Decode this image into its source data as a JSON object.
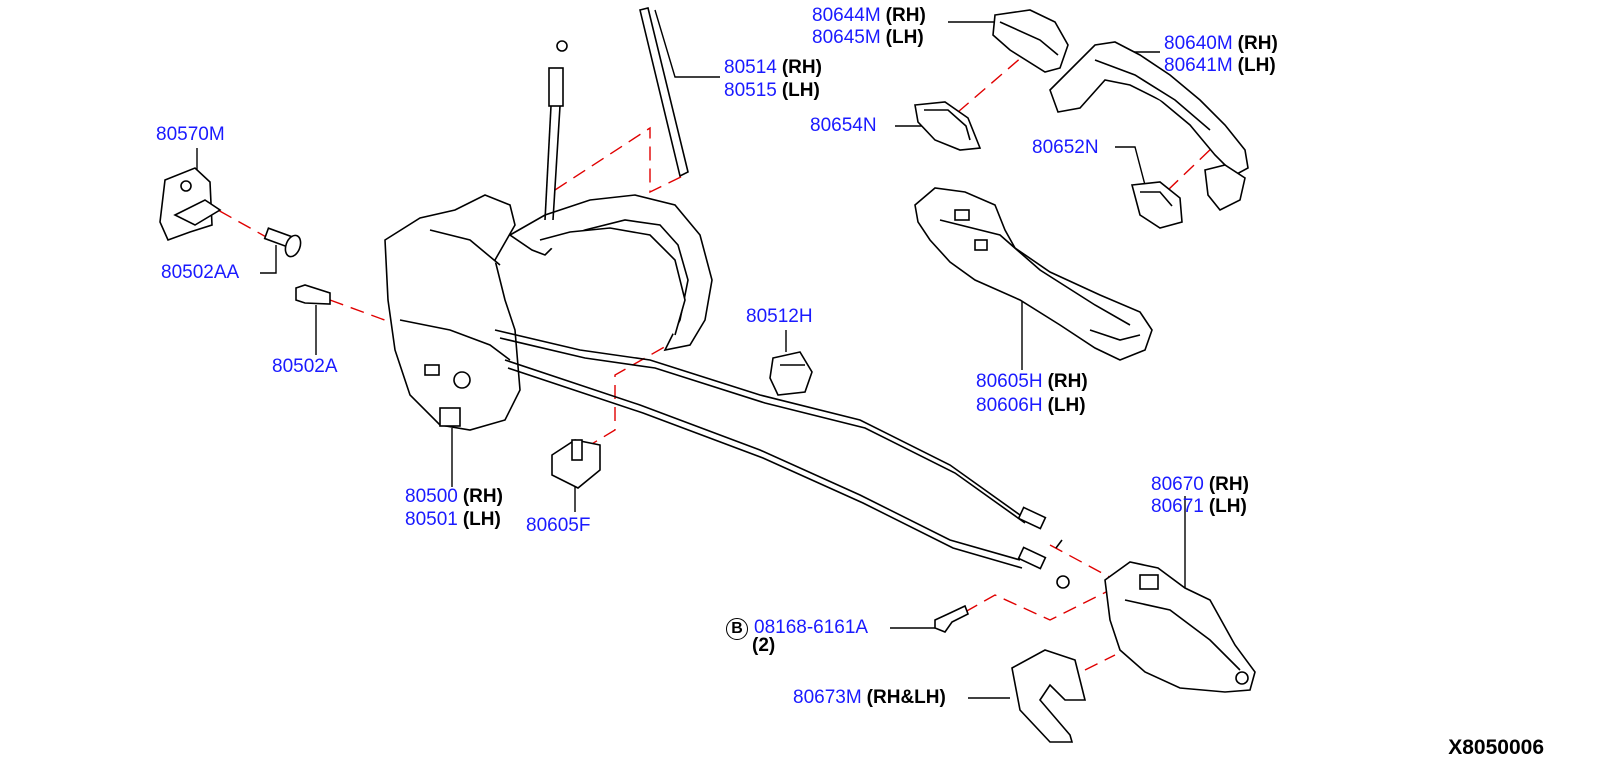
{
  "labels": {
    "p80644M_rh": {
      "num": "80644M",
      "side": "(RH)"
    },
    "p80645M_lh": {
      "num": "80645M",
      "side": "(LH)"
    },
    "p80640M_rh": {
      "num": "80640M",
      "side": "(RH)"
    },
    "p80641M_lh": {
      "num": "80641M",
      "side": "(LH)"
    },
    "p80514_rh": {
      "num": "80514",
      "side": "(RH)"
    },
    "p80515_lh": {
      "num": "80515",
      "side": "(LH)"
    },
    "p80654N": {
      "num": "80654N"
    },
    "p80652N": {
      "num": "80652N"
    },
    "p80570M": {
      "num": "80570M"
    },
    "p80502AA": {
      "num": "80502AA"
    },
    "p80502A": {
      "num": "80502A"
    },
    "p80512H": {
      "num": "80512H"
    },
    "p80605H_rh": {
      "num": "80605H",
      "side": "(RH)"
    },
    "p80606H_lh": {
      "num": "80606H",
      "side": "(LH)"
    },
    "p80500_rh": {
      "num": "80500",
      "side": "(RH)"
    },
    "p80501_lh": {
      "num": "80501",
      "side": "(LH)"
    },
    "p80605F": {
      "num": "80605F"
    },
    "p80670_rh": {
      "num": "80670",
      "side": "(RH)"
    },
    "p80671_lh": {
      "num": "80671",
      "side": "(LH)"
    },
    "p08168": {
      "callout": "B",
      "num": "08168-6161A",
      "qty": "(2)"
    },
    "p80673M": {
      "num": "80673M",
      "side": "(RH&LH)"
    }
  },
  "diagram_code": "X8050006"
}
